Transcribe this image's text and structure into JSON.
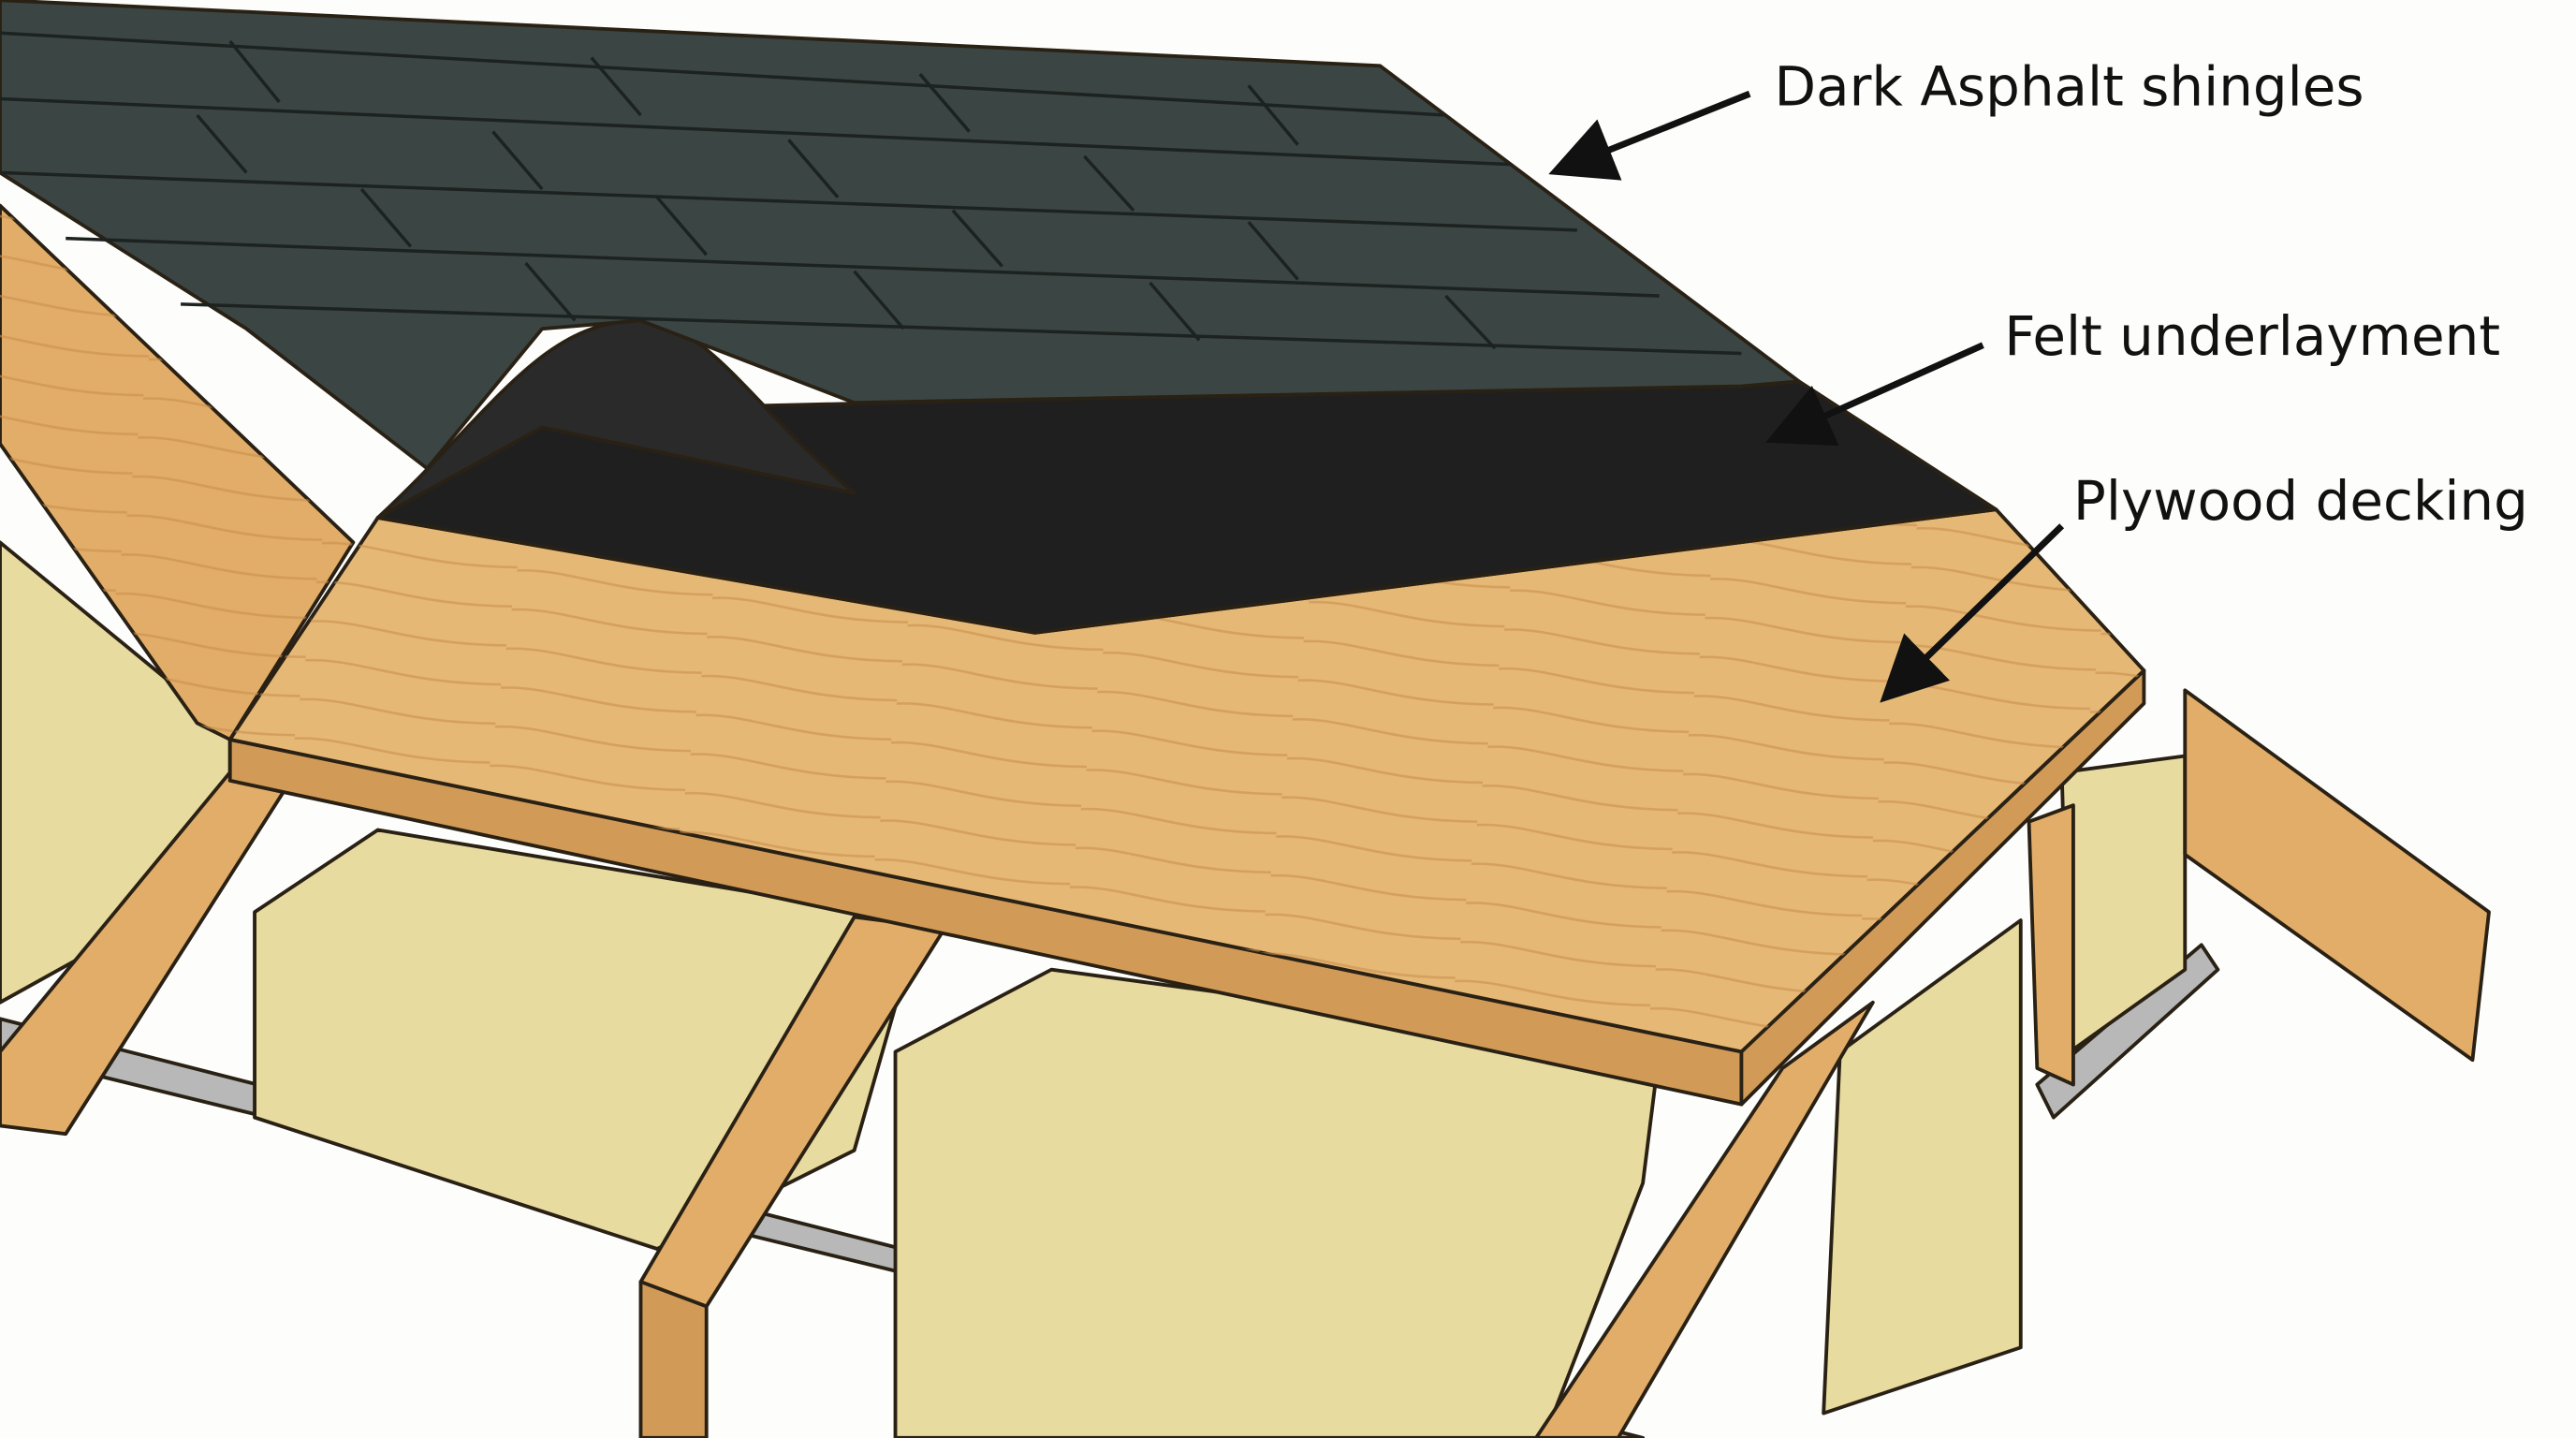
{
  "labels": {
    "shingles": "Dark Asphalt shingles",
    "felt": "Felt underlayment",
    "plywood": "Plywood decking"
  },
  "colors": {
    "background": "#fdfdfb",
    "shingle": "#3b4644",
    "shingle_dark": "#2c3432",
    "felt": "#1f1f1f",
    "plywood": "#e6b876",
    "plywood_edge": "#d19b57",
    "lumber": "#e2ad68",
    "insulation": "#e8dba0",
    "ceiling_strip": "#b8b8b8",
    "text": "#111111"
  }
}
